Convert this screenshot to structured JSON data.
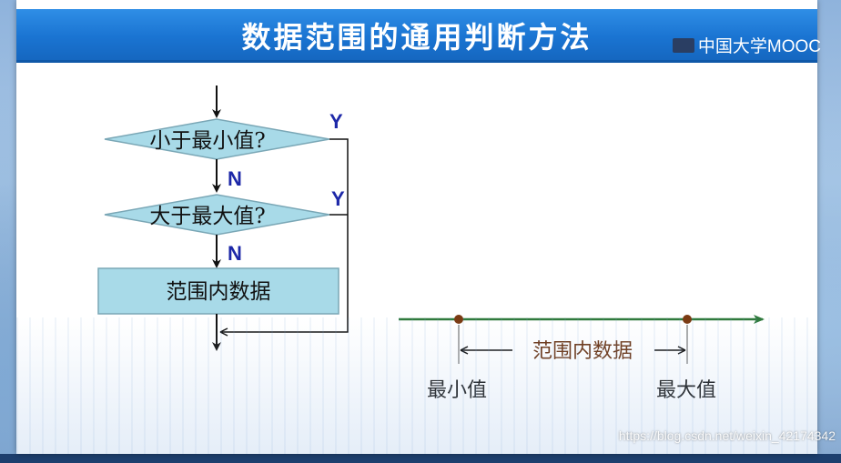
{
  "slide": {
    "title": "数据范围的通用判断方法",
    "brand": "中国大学MOOC"
  },
  "flowchart": {
    "decision1": "小于最小值?",
    "decision2": "大于最大值?",
    "yes_label": "Y",
    "no_label": "N",
    "process": "范围内数据"
  },
  "number_line": {
    "range_label": "范围内数据",
    "min_label": "最小值",
    "max_label": "最大值"
  },
  "colors": {
    "title_bar": "#1a74d2",
    "box_fill": "#a8dae8",
    "label_blue": "#1d28a8",
    "line_green": "#2f7a3c",
    "point_brown": "#7a3a12",
    "range_text": "#6a3414"
  },
  "watermark": "https://blog.csdn.net/weixin_42174342"
}
